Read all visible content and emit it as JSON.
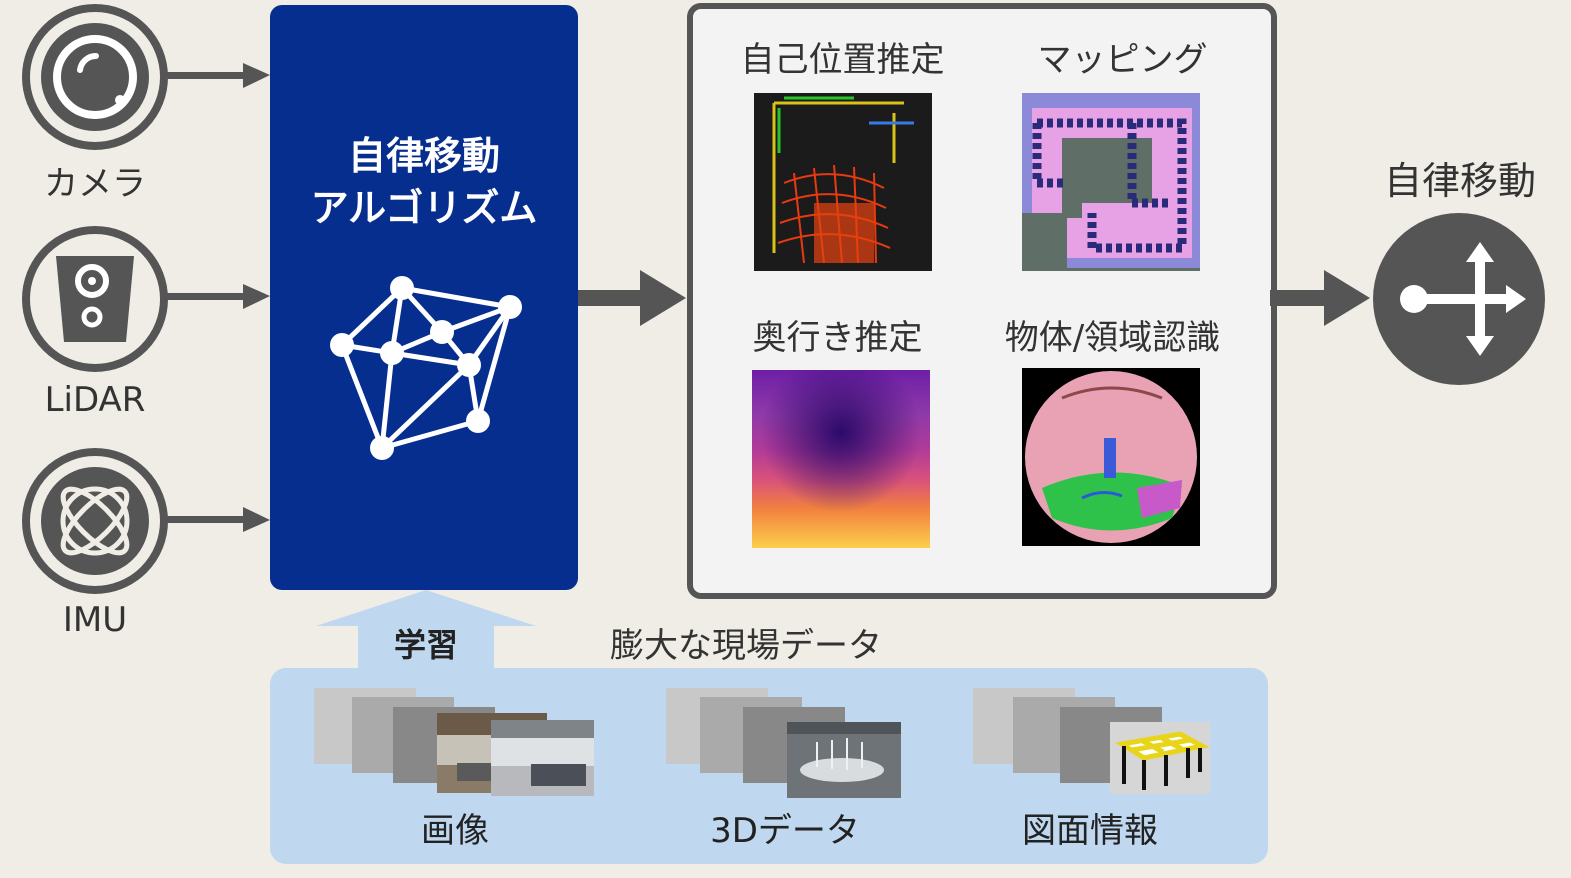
{
  "sensors": [
    {
      "label": "カメラ",
      "icon": "camera-icon"
    },
    {
      "label": "LiDAR",
      "icon": "lidar-icon"
    },
    {
      "label": "IMU",
      "icon": "imu-gyroscope-icon"
    }
  ],
  "algorithm": {
    "title_line1": "自律移動",
    "title_line2": "アルゴリズム",
    "icon": "network-graph-icon",
    "color": "#062e8e"
  },
  "results": [
    {
      "label": "自己位置推定"
    },
    {
      "label": "マッピング"
    },
    {
      "label": "奥行き推定"
    },
    {
      "label": "物体/領域認識"
    }
  ],
  "output": {
    "label": "自律移動",
    "icon": "route-branch-icon"
  },
  "learning": {
    "label": "学習",
    "data_caption": "膨大な現場データ"
  },
  "datasets": [
    {
      "label": "画像"
    },
    {
      "label": "3Dデータ"
    },
    {
      "label": "図面情報"
    }
  ]
}
